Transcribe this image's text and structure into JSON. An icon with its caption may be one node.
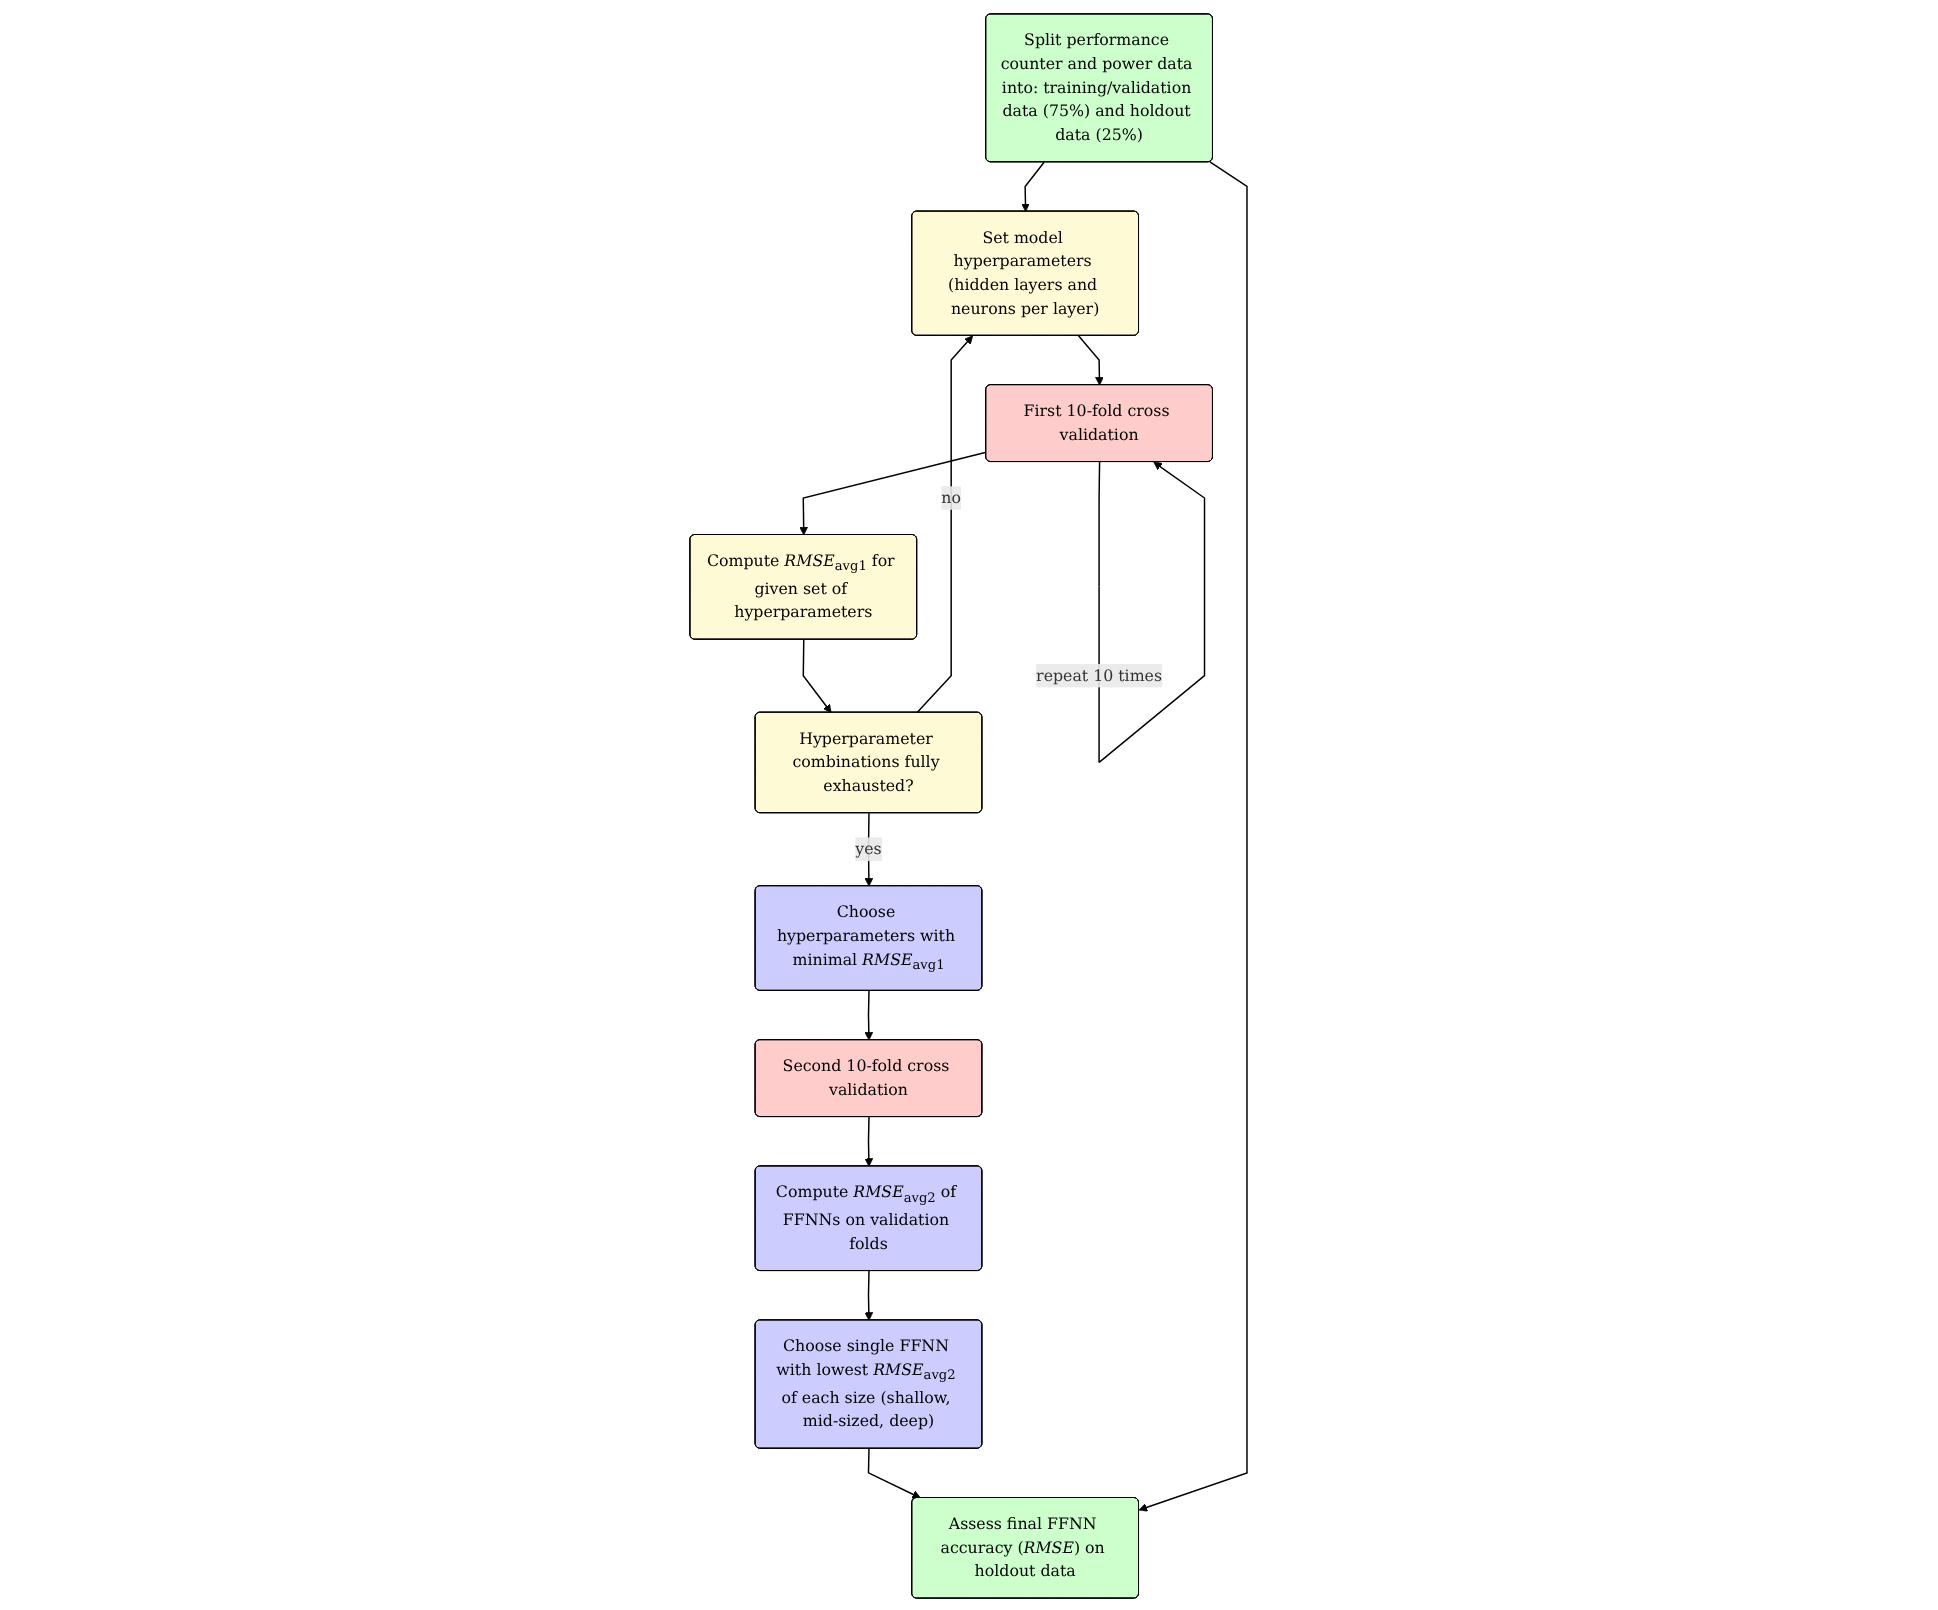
{
  "diagram": {
    "nodes": [
      {
        "text": [
          "Split performance counter and power data into: training/validation data (75%) and holdout data (25%)"
        ]
      },
      {
        "text": [
          "Set model hyperparameters (hidden layers and neurons per layer)"
        ]
      },
      {
        "text": [
          "First 10-fold cross validation"
        ]
      },
      {
        "text": [
          "Compute *RMSE*$_{avg1}$ for given set of hyperparameters"
        ]
      },
      {
        "text": [
          "Hyperparameter combinations fully exhausted?"
        ]
      },
      {
        "text": [
          "Choose hyperparameters with minimal *RMSE*$_{avg1}$"
        ]
      },
      {
        "text": [
          "Second 10-fold cross validation"
        ]
      },
      {
        "text": [
          "Compute *RMSE*$_{avg2}$ of FFNNs on validation folds"
        ]
      },
      {
        "text": [
          "Choose single FFNN with lowest *RMSE*$_{avg2}$ of each size (shallow, mid-sized, deep)"
        ]
      },
      {
        "text": [
          "Assess final FFNN accuracy (*RMSE*) on holdout data"
        ]
      }
    ],
    "edges": [
      {
        "from": 0,
        "to": 1,
        "arrow": "to"
      },
      {
        "from": 1,
        "to": 2,
        "arrow": "to"
      },
      {
        "from": 2,
        "to": 2,
        "arrow": "to",
        "label": "repeat 10 times"
      },
      {
        "from": 2,
        "to": 3,
        "arrow": "to"
      },
      {
        "from": 3,
        "to": 4,
        "arrow": "to"
      },
      {
        "from": 4,
        "to": 1,
        "arrow": "to",
        "label": "no"
      },
      {
        "from": 4,
        "to": 5,
        "arrow": "to",
        "label": "yes"
      },
      {
        "from": 5,
        "to": 6,
        "arrow": "to"
      },
      {
        "from": 6,
        "to": 7,
        "arrow": "to"
      },
      {
        "from": 7,
        "to": 8,
        "arrow": "to"
      },
      {
        "from": 8,
        "to": 9,
        "arrow": "to"
      },
      {
        "from": 0,
        "to": 9,
        "arrow": "to"
      }
    ]
  }
}
